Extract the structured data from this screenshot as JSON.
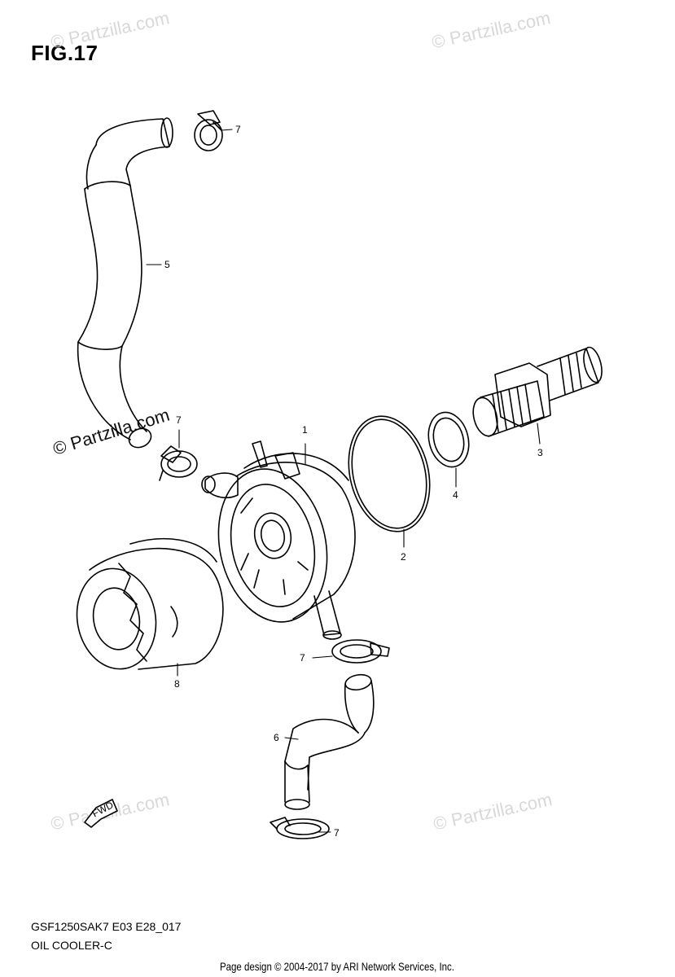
{
  "figure": {
    "title": "FIG.17"
  },
  "model_code": "GSF1250SAK7 E03 E28_017",
  "subtitle": "OIL COOLER-C",
  "footer": "Page design © 2004-2017 by ARI Network Services, Inc.",
  "watermark": "© Partzilla.com",
  "fwd_label": "FWD",
  "callouts": {
    "c1": "1",
    "c2": "2",
    "c3": "3",
    "c4": "4",
    "c5": "5",
    "c6": "6",
    "c8": "8",
    "c7a": "7",
    "c7b": "7",
    "c7c": "7",
    "c7d": "7"
  }
}
